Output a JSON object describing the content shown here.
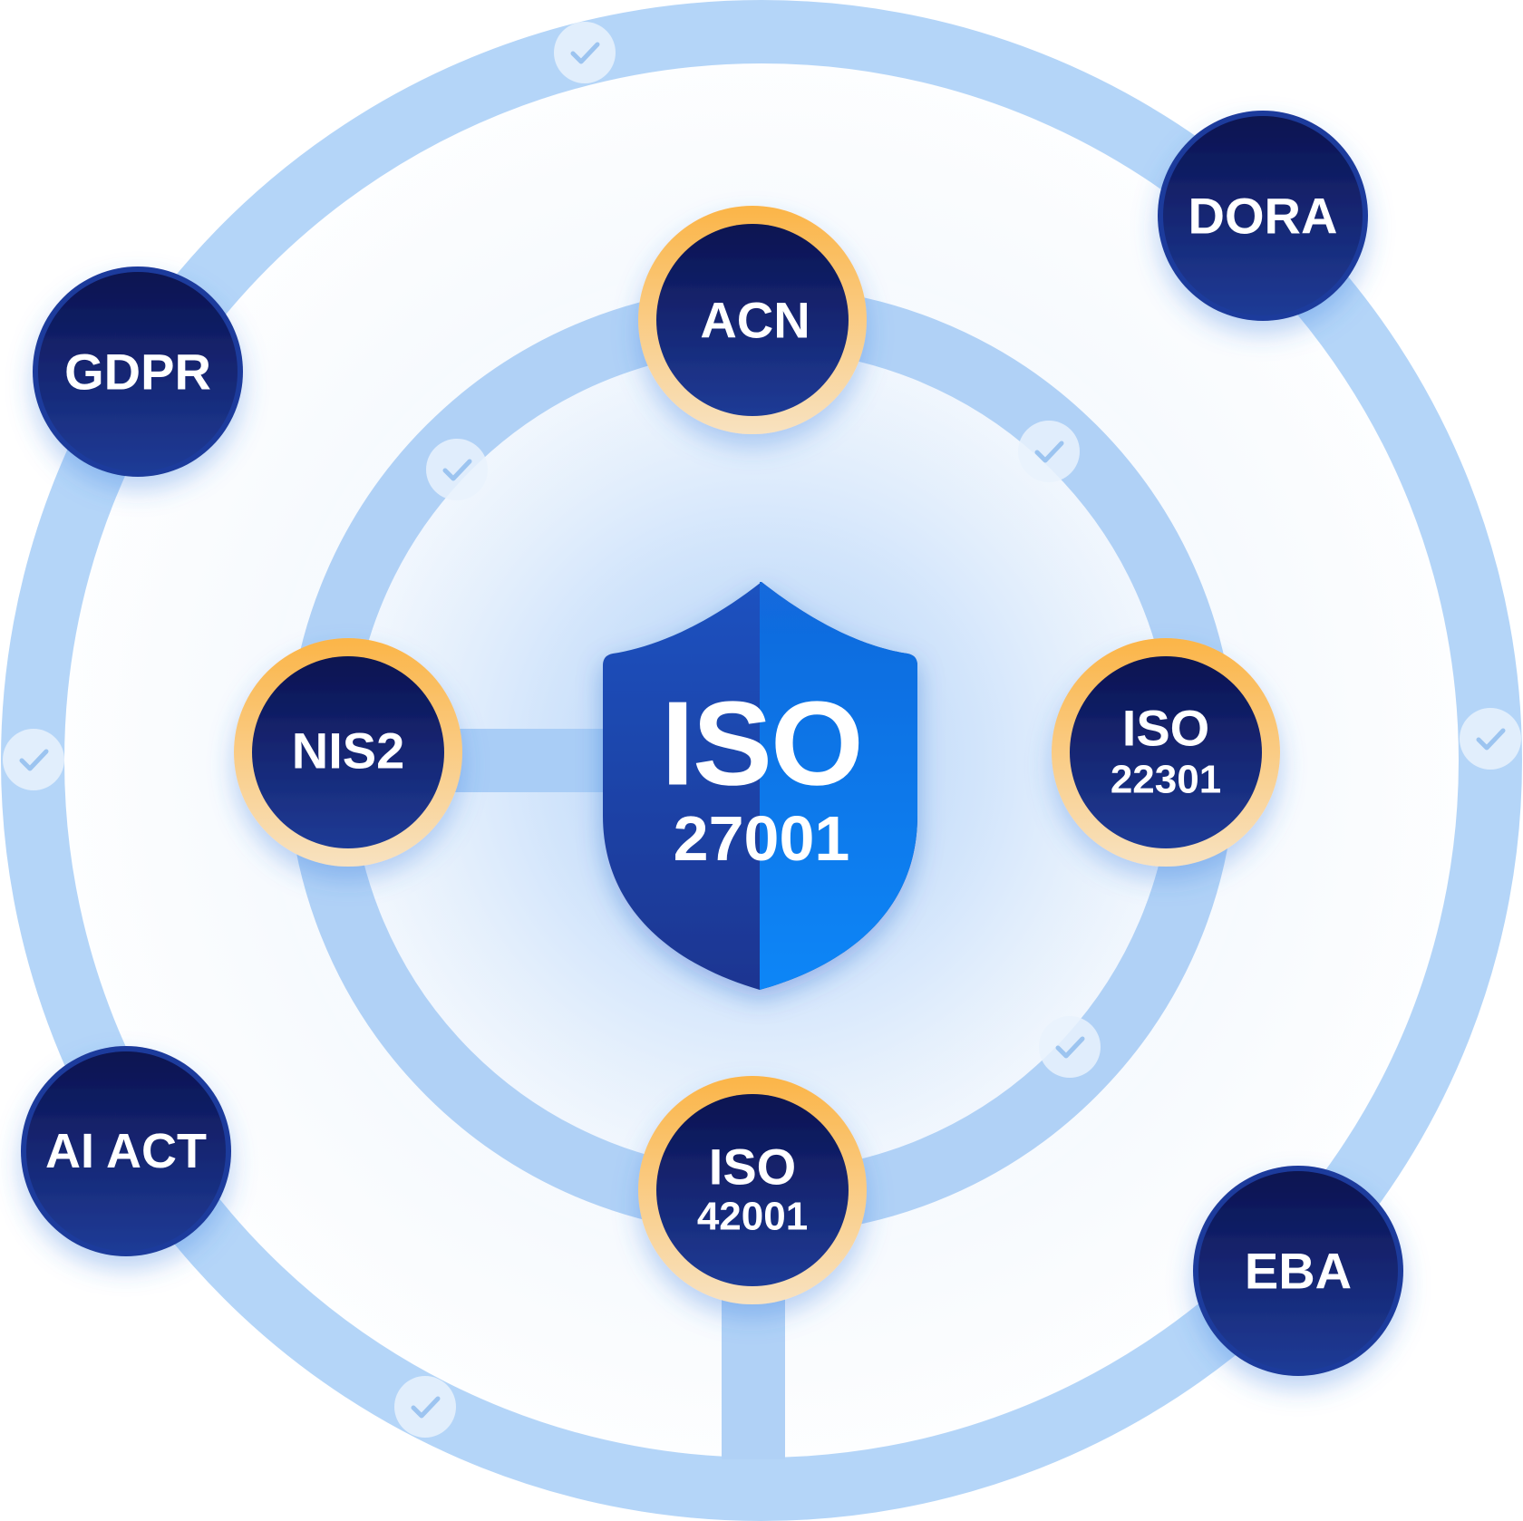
{
  "colors": {
    "ring": "#b3d4f7",
    "node_fill_top": "#0b1250",
    "node_fill_bottom": "#1e3a95",
    "node_border": "#1d3a9c",
    "inner_node_border_top": "#fbb548",
    "inner_node_border_bottom": "#f8dfba",
    "shield_left": "#1d44a8",
    "shield_right": "#0c80f2",
    "check_badge": "#e9f2fd",
    "check_mark": "#9cc4f0"
  },
  "center": {
    "icon": "shield-icon",
    "line1": "ISO",
    "line2": "27001"
  },
  "inner_nodes": [
    {
      "id": "acn",
      "lines": [
        "ACN"
      ]
    },
    {
      "id": "nis2",
      "lines": [
        "NIS2"
      ]
    },
    {
      "id": "iso-22301",
      "lines": [
        "ISO",
        "22301"
      ]
    },
    {
      "id": "iso-42001",
      "lines": [
        "ISO",
        "42001"
      ]
    }
  ],
  "outer_nodes": [
    {
      "id": "gdpr",
      "lines": [
        "GDPR"
      ]
    },
    {
      "id": "dora",
      "lines": [
        "DORA"
      ]
    },
    {
      "id": "ai-act",
      "lines": [
        "AI ACT"
      ]
    },
    {
      "id": "eba",
      "lines": [
        "EBA"
      ]
    }
  ],
  "badges": {
    "icon": "check-icon",
    "count": 7
  }
}
